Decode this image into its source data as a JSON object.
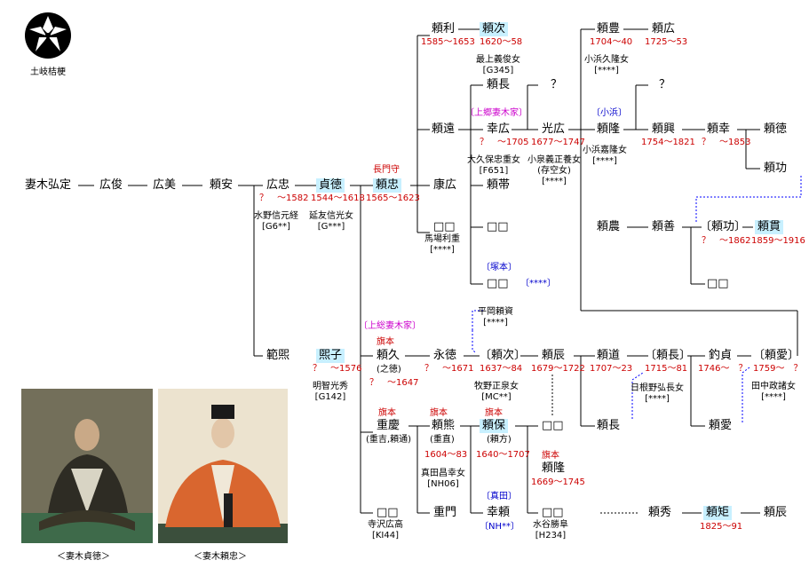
{
  "crest": {
    "label": "土岐桔梗",
    "color": "#000000"
  },
  "colors": {
    "highlight": "#c8f0ff",
    "years": "#cc0000",
    "branch": "#cc00cc",
    "note": "#0000cc"
  },
  "names": {
    "hiromasa": "妻木弘定",
    "hirotoshi": "広俊",
    "hiroyoshi": "広美",
    "yoriyasu": "頼安",
    "hirotada": "広忠",
    "sadanori": "貞徳",
    "yoritada": "頼忠",
    "yasuhiro": "康広",
    "yoritoshi": "頼利",
    "yoritsugu": "頼次",
    "yorinaga": "頼長",
    "q1": "？",
    "yoritoo": "頼遠",
    "yukihiro": "幸広",
    "mitsuhiro": "光広",
    "yorotaka": "頼隆",
    "yoritoyo": "頼豊",
    "yorihiro": "頼広",
    "q2": "？",
    "yorioki": "頼興",
    "yoriyuki": "頼幸",
    "yorinori": "頼徳",
    "yorikatsu": "頼功",
    "yorio": "頼帯",
    "blank1": "□□",
    "blank2": "□□",
    "blank3": "□□",
    "yorimatsu": "頼農",
    "yoriyoshi": "頼善",
    "yorikatsu2": "〔頼功〕",
    "yoritsura": "頼貫",
    "blank4": "□□",
    "norihiro": "範煕",
    "hiroko": "煕子",
    "yorihisa": "頼久",
    "nagatoku": "永徳",
    "yoritsugu2": "〔頼次〕",
    "yoritoki": "頼辰",
    "yorimichi": "頼道",
    "yorinaga2": "〔頼長〕",
    "tsurusada": "釣貞",
    "yorichika": "〔頼愛〕",
    "shigeyoshi": "重慶",
    "yorikuma": "頼熊",
    "yoriyasu2": "頼保",
    "blank5": "□□",
    "yorinaga3": "頼長",
    "yorichika2": "頼愛",
    "yoritaka2": "頼隆",
    "blank6": "□□",
    "shigekado": "重門",
    "yukiyori": "幸頼",
    "blank7": "□□",
    "yorihide": "頼秀",
    "yorinori2": "頼矩",
    "yoritoki2": "頼辰"
  },
  "years": {
    "yoritoshi": "1585〜1653",
    "yoritsugu": "1620〜58",
    "yukihiro": "？　〜1705",
    "mitsuhiro": "1677〜1747",
    "yoritoyo": "1704〜40",
    "yorihiro": "1725〜53",
    "yorioki": "1754〜1821",
    "yoriyuki": "？　〜1853",
    "hirotada": "？　〜1582",
    "sadanori": "1544〜1618",
    "yoritada": "1565〜1623",
    "yorikatsu2": "？　〜1862",
    "yoritsura": "1859〜1916",
    "hiroko": "？　〜1576",
    "yorihisa": "？　〜1647",
    "nagatoku": "？　〜1671",
    "yoritsugu2": "1637〜84",
    "yoritoki": "1679〜1722",
    "yorimichi": "1707〜23",
    "yorinaga2": "1715〜81",
    "tsurusada": "1746〜　？",
    "yorichika": "1759〜　？",
    "yorikuma": "1604〜83",
    "yoriyasu2": "1640〜1707",
    "yoritaka2": "1669〜1745",
    "yorinori2": "1825〜91"
  },
  "spouses": {
    "yoritsugu": "最上義俊女\n[G345]",
    "mitsuhiro": "大久保忠重女\n[F651]",
    "mitsuhiro2": "小泉義正養女\n(存空女)\n[****]",
    "yoritoyo": "小浜久隆女\n[****]",
    "yorotaka": "小浜嘉隆女\n[****]",
    "hirotada": "水野信元経\n[G6**]",
    "sadanori": "延友信光女\n[G***]",
    "blank1": "馬場利重\n[****]",
    "hiroko": "明智光秀\n[G142]",
    "yoritsugu2": "牧野正泉女\n[MC**]",
    "hiraoka": "平岡頼資\n[****]",
    "yorinaga2": "日根野弘長女\n[****]",
    "yorichika": "田中政諸女\n[****]",
    "yorikuma": "真田昌幸女\n[NH06]",
    "blank6": "寺沢広高\n[KI44]",
    "blank7": "水谷勝阜\n[H234]"
  },
  "notes": {
    "yoritada_rank": "長門守",
    "kamisato": "〔上郷妻木家〕",
    "obama": "〔小浜〕",
    "tsukamoto": "〔塚本〕",
    "tsukamoto_code": "〔****〕",
    "kazusa": "〔上総妻木家〕",
    "hatamoto1": "旗本",
    "yorihisa_alias": "(之徳)",
    "hatamoto2": "旗本",
    "shigeyoshi_alias": "(重吉,頼通)",
    "hatamoto3": "旗本",
    "yorikuma_alias": "(重直)",
    "hatamoto4": "旗本",
    "yoriyasu2_alias": "(頼方)",
    "hatamoto5": "旗本",
    "sanada": "〔真田〕",
    "sanada_code": "〔NH**〕"
  },
  "captions": {
    "left": "＜妻木貞徳＞",
    "right": "＜妻木頼忠＞"
  }
}
